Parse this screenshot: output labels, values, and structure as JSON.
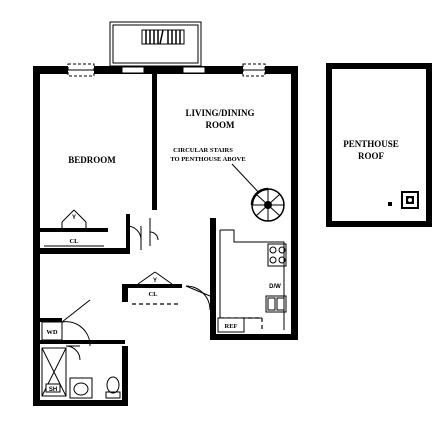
{
  "rooms": {
    "living_line1": "LIVING/DINING",
    "living_line2": "ROOM",
    "bedroom": "BEDROOM",
    "stairs_line1": "CIRCULAR STAIRS",
    "stairs_line2": "TO PENTHOUSE ABOVE",
    "penthouse_line1": "PENTHOUSE",
    "penthouse_line2": "ROOF",
    "closet_bedroom": "CL",
    "closet_hall": "CL",
    "washer_dryer": "WD",
    "refrigerator": "REF",
    "shower": "SH",
    "dishwasher": "D/W",
    "bedroom_closet_mark": "Y",
    "hall_closet_mark": "Y"
  }
}
